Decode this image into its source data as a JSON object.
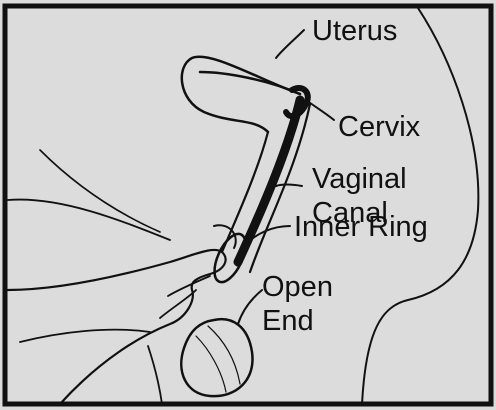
{
  "diagram": {
    "labels": {
      "uterus": "Uterus",
      "cervix": "Cervix",
      "vaginal_canal_line1": "Vaginal",
      "vaginal_canal_line2": "Canal",
      "inner_ring": "Inner Ring",
      "open_end_line1": "Open",
      "open_end_line2": "End"
    }
  },
  "colors": {
    "background": "#dcdcdc",
    "ink": "#111111",
    "border": "#111111"
  }
}
